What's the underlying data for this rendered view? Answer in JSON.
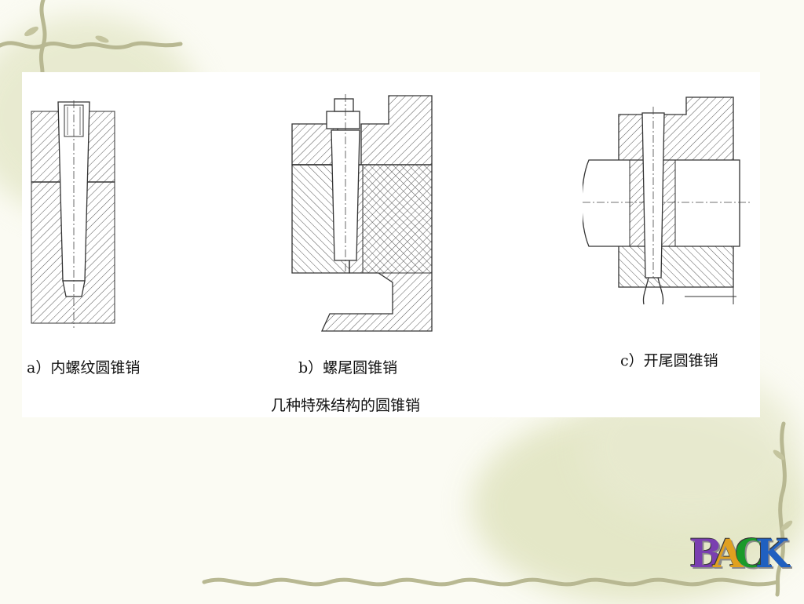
{
  "slide": {
    "figures": [
      {
        "caption": "a）内螺纹圆锥销"
      },
      {
        "caption": "b）螺尾圆锥销"
      },
      {
        "caption": "c）开尾圆锥销"
      }
    ],
    "title": "几种特殊结构的圆锥销"
  },
  "back_button": {
    "letters": [
      "B",
      "A",
      "C",
      "K"
    ],
    "colors": [
      "#7a3fb0",
      "#e0a020",
      "#1a9a2a",
      "#2060c0"
    ]
  },
  "theme": {
    "background": "#fbfbf3",
    "vine_color": "#b8b892",
    "leaf_wash": "#dfe2bf"
  }
}
